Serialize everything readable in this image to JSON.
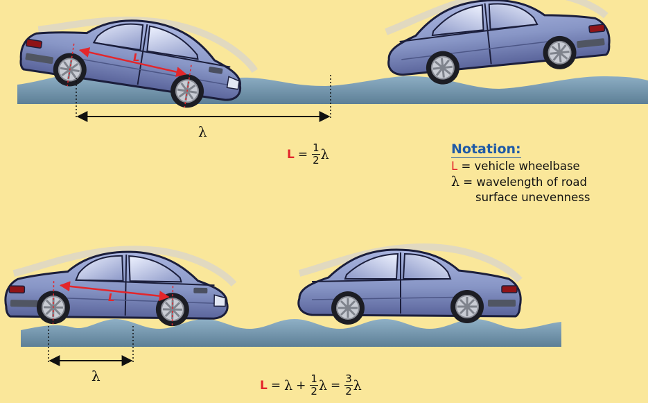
{
  "top": {
    "car_label": "L",
    "wavelength_label": "λ",
    "formula": {
      "L": "L",
      "eq": "=",
      "num": "1",
      "den": "2",
      "lam": "λ"
    }
  },
  "bottom": {
    "car_label": "L",
    "wavelength_label": "λ",
    "formula": {
      "L": "L",
      "eq1": "=",
      "lam1": "λ",
      "plus": "+",
      "num1": "1",
      "den1": "2",
      "lam2": "λ",
      "eq2": "=",
      "num2": "3",
      "den2": "2",
      "lam3": "λ"
    }
  },
  "notation": {
    "title": "Notation:",
    "L_key": "L",
    "L_def": "= vehicle wheelbase",
    "lam_key": "λ",
    "lam_def": "= wavelength of road",
    "lam_def2": "surface unevenness"
  },
  "colors": {
    "background": "#fae79a",
    "road": "#7c9db3",
    "car_body": "#8896c6",
    "arrow_red": "#e3262b",
    "title_blue": "#1f5aa6"
  }
}
